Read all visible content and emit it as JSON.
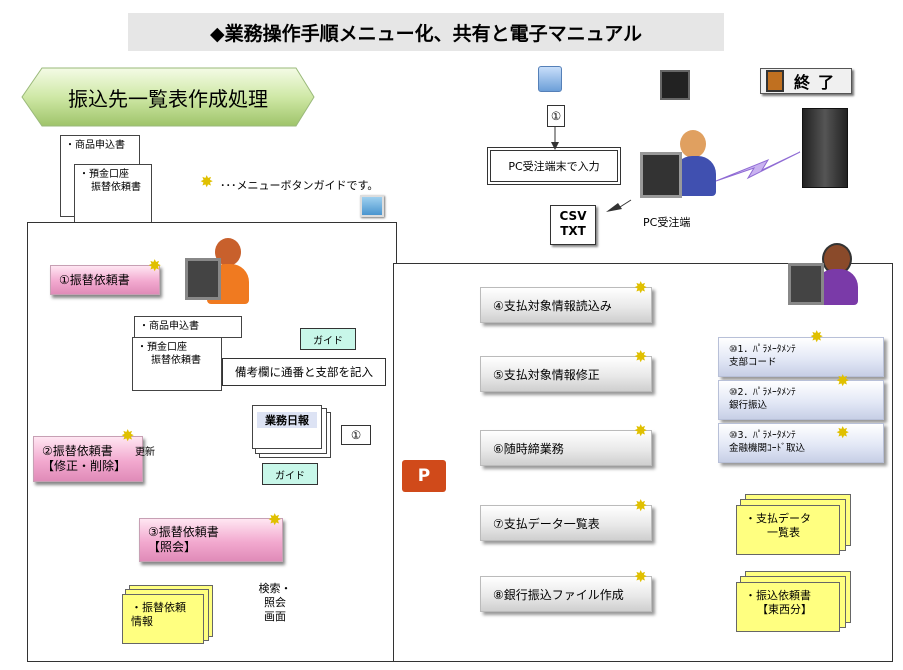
{
  "title": "◆業務操作手順メニュー化、共有と電子マニュアル",
  "process_title": "振込先一覧表作成処理",
  "top_docs": {
    "doc1": "・商品申込書",
    "doc2_line1": "・預金口座",
    "doc2_line2": "振替依頼書"
  },
  "legend": {
    "text": "･･･メニューボタンガイドです。"
  },
  "left_panel": {
    "btn1": "①振替依頼書",
    "doc1": "・商品申込書",
    "doc2_line1": "・預金口座",
    "doc2_line2": "振替依頼書",
    "guide1": "ガイド",
    "note": "備考欄に通番と支部を記入",
    "circle1": "①",
    "daily_report": "業務日報",
    "guide2": "ガイド",
    "btn2_line1": "②振替依頼書",
    "btn2_line2": "【修正・削除】",
    "update": "更新",
    "btn3_line1": "③振替依頼書",
    "btn3_line2": "【照会】",
    "info_line1": "・振替依頼",
    "info_line2": "情報",
    "search_line1": "検索・",
    "search_line2": "照会",
    "search_line3": "画面"
  },
  "top_right": {
    "circle1": "①",
    "pc_input": "PC受注端末で入力",
    "csv": "CSV",
    "txt": "TXT",
    "pc_terminal": "PC受注端",
    "exit": "終了"
  },
  "right_panel": {
    "btn4": "④支払対象情報読込み",
    "btn5": "⑤支払対象情報修正",
    "btn6": "⑥随時締業務",
    "btn7": "⑦支払データ一覧表",
    "btn8": "⑧銀行振込ファイル作成",
    "param1_line1": "⑩1．ﾊﾟﾗﾒｰﾀﾒﾝﾃ",
    "param1_line2": "支部コード",
    "param2_line1": "⑩2．ﾊﾟﾗﾒｰﾀﾒﾝﾃ",
    "param2_line2": "銀行振込",
    "param3_line1": "⑩3．ﾊﾟﾗﾒｰﾀﾒﾝﾃ",
    "param3_line2": "金融機関ｺｰﾄﾞ取込",
    "out1_line1": "・支払データ",
    "out1_line2": "一覧表",
    "out2_line1": "・振込依頼書",
    "out2_line2": "【東西分】"
  },
  "colors": {
    "pink": "#f2a9cf",
    "gray": "#e0e0e0",
    "blue": "#dde3f4",
    "yellow": "#ffff80",
    "green": "#c8f7e9",
    "db": "#4f81bd"
  }
}
